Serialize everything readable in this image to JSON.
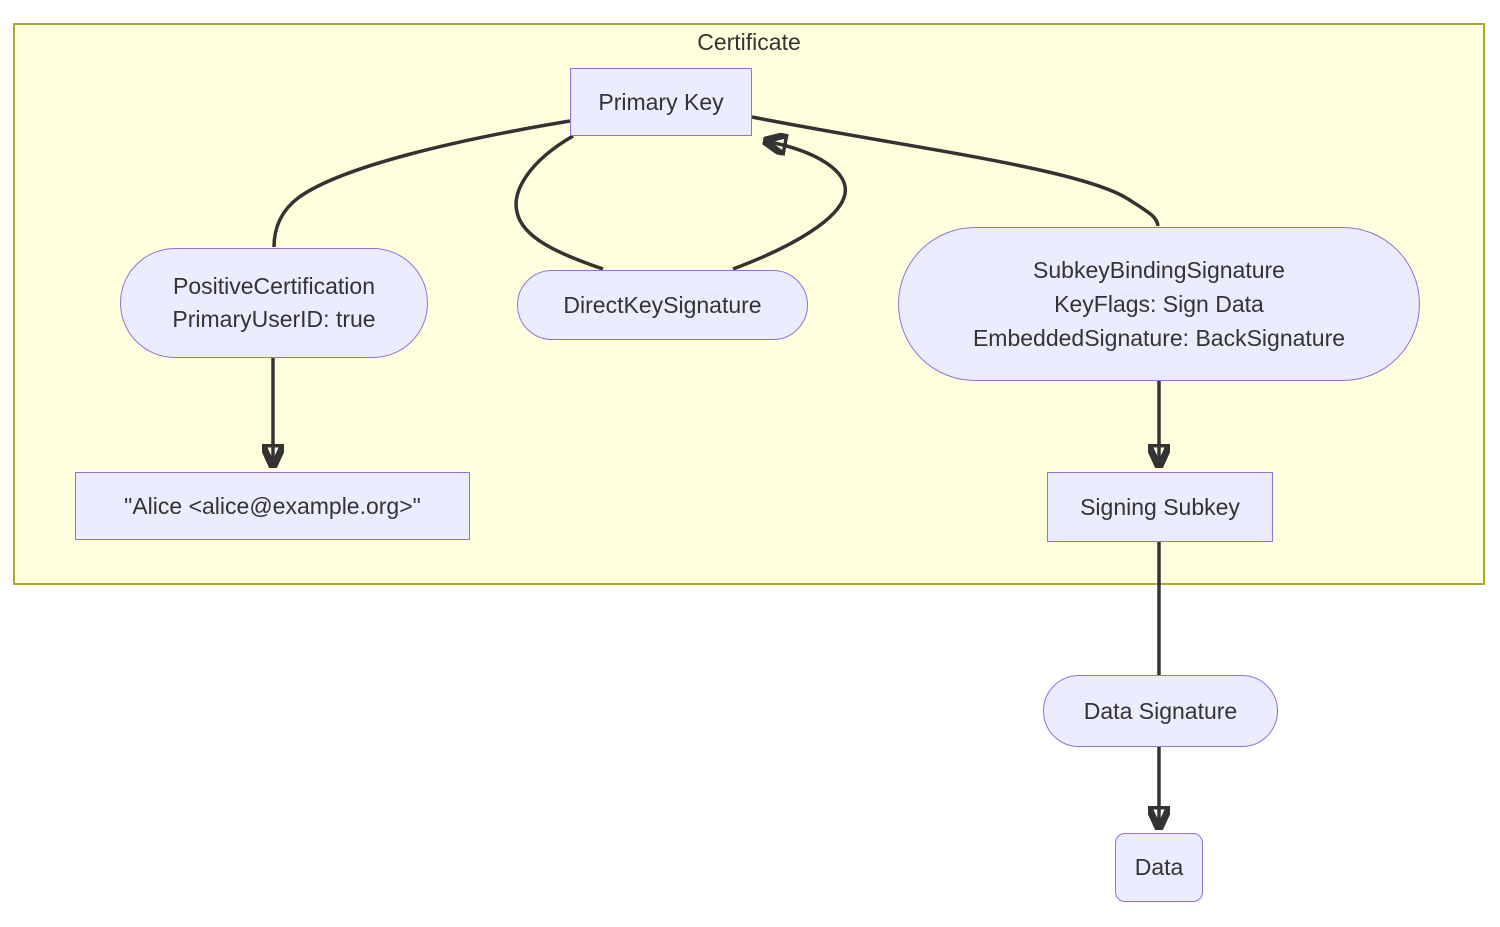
{
  "diagram": {
    "title": "Certificate",
    "nodes": {
      "primary_key": {
        "label": "Primary Key",
        "shape": "rect"
      },
      "positive_certification": {
        "lines": [
          "PositiveCertification",
          "PrimaryUserID: true"
        ],
        "shape": "stadium"
      },
      "direct_key_signature": {
        "label": "DirectKeySignature",
        "shape": "stadium"
      },
      "subkey_binding_signature": {
        "lines": [
          "SubkeyBindingSignature",
          "KeyFlags: Sign Data",
          "EmbeddedSignature: BackSignature"
        ],
        "shape": "stadium"
      },
      "user_id": {
        "label": "\"Alice <alice@example.org>\"",
        "shape": "rect"
      },
      "signing_subkey": {
        "label": "Signing Subkey",
        "shape": "rect"
      },
      "data_signature": {
        "label": "Data Signature",
        "shape": "stadium"
      },
      "data": {
        "label": "Data",
        "shape": "rounded-rect"
      }
    },
    "edges": [
      {
        "from": "primary_key",
        "to": "positive_certification",
        "arrow": false
      },
      {
        "from": "positive_certification",
        "to": "user_id",
        "arrow": true
      },
      {
        "from": "primary_key",
        "to": "direct_key_signature",
        "arrow": false
      },
      {
        "from": "direct_key_signature",
        "to": "primary_key",
        "arrow": true
      },
      {
        "from": "primary_key",
        "to": "subkey_binding_signature",
        "arrow": false
      },
      {
        "from": "subkey_binding_signature",
        "to": "signing_subkey",
        "arrow": true
      },
      {
        "from": "signing_subkey",
        "to": "data_signature",
        "arrow": false
      },
      {
        "from": "data_signature",
        "to": "data",
        "arrow": true
      }
    ],
    "colors": {
      "node_fill": "#ECECFF",
      "node_border": "#9370DB",
      "cluster_fill": "#FFFFDE",
      "cluster_border": "#AAAA33",
      "edge": "#333333",
      "text": "#333333"
    }
  }
}
